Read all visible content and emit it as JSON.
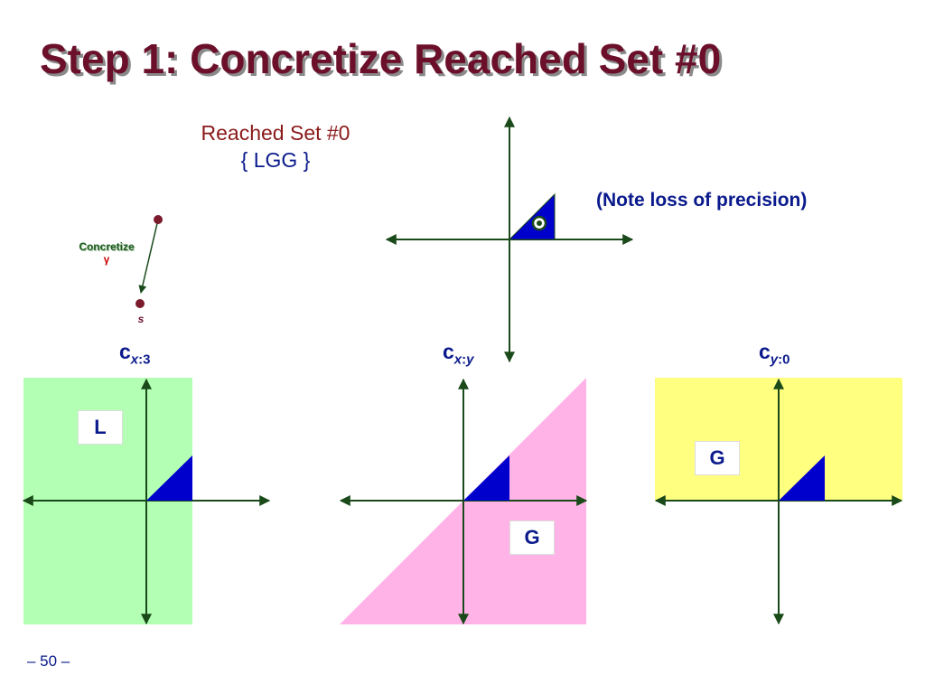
{
  "slide": {
    "title": "Step 1: Concretize Reached Set #0",
    "page_number": "– 50 –"
  },
  "reached": {
    "label": "Reached Set #0",
    "set": "{ LGG }"
  },
  "note": "(Note loss of precision)",
  "concretize": {
    "label": "Concretize",
    "symbol": "γ",
    "target": "s"
  },
  "panels": [
    {
      "c_letter": "c",
      "subscript_var": "x",
      "subscript_rest": ":3",
      "region_value": "L",
      "region_color": "#b3ffb3"
    },
    {
      "c_letter": "c",
      "subscript_var": "x",
      "subscript_rest": ":",
      "subscript_var2": "y",
      "region_value": "G",
      "region_color": "#ffb3e6"
    },
    {
      "c_letter": "c",
      "subscript_var": "y",
      "subscript_rest": ":0",
      "region_value": "G",
      "region_color": "#ffff80"
    }
  ],
  "colors": {
    "title": "#6b0f2a",
    "triangle": "#0000cc",
    "axis": "#1a4a1a",
    "text_blue": "#0a1a8c",
    "reached_label": "#8b1a1a"
  }
}
